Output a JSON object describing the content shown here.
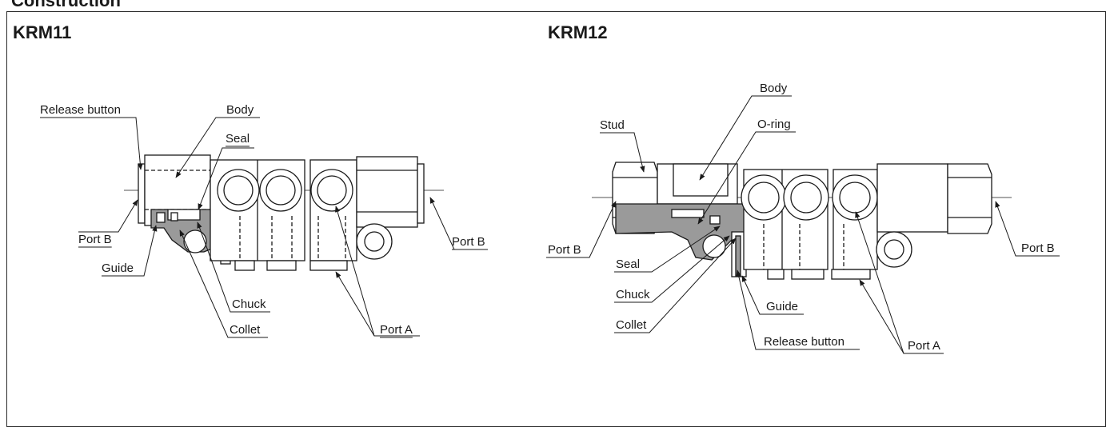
{
  "section": {
    "title": "Construction"
  },
  "krm11": {
    "title": "KRM11",
    "labels": {
      "release_button": "Release button",
      "body": "Body",
      "seal": "Seal",
      "port_b_left": "Port B",
      "guide": "Guide",
      "chuck": "Chuck",
      "collet": "Collet",
      "port_a": "Port A",
      "port_b_right": "Port B"
    }
  },
  "krm12": {
    "title": "KRM12",
    "labels": {
      "body": "Body",
      "stud": "Stud",
      "o_ring": "O-ring",
      "port_b_left": "Port B",
      "seal": "Seal",
      "chuck": "Chuck",
      "guide": "Guide",
      "collet": "Collet",
      "release_button": "Release button",
      "port_a": "Port A",
      "port_b_right": "Port B"
    }
  },
  "colors": {
    "line": "#1a1a1a",
    "section_fill": "#9a9a9a",
    "frame": "#2b2b2b"
  }
}
